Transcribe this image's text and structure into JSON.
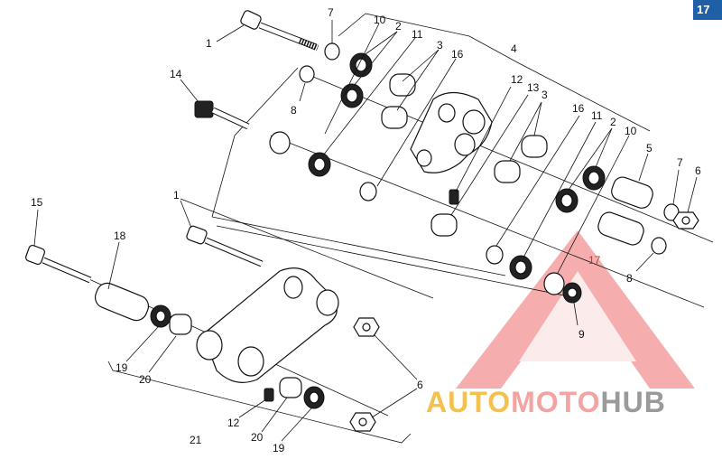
{
  "page_badge": "17",
  "brand": {
    "part1": "AUTO",
    "part2": "MOTO",
    "part3": "HUB",
    "color1": "#f2c14e",
    "color2": "#f4a3a3",
    "color3": "#9a9a9a"
  },
  "watermark_color": "#f28b8b",
  "callouts": [
    "1",
    "7",
    "10",
    "2",
    "11",
    "3",
    "16",
    "4",
    "14",
    "8",
    "12",
    "13",
    "3",
    "16",
    "11",
    "2",
    "10",
    "5",
    "7",
    "6",
    "15",
    "18",
    "1",
    "17",
    "8",
    "9",
    "19",
    "20",
    "6",
    "12",
    "20",
    "19",
    "21"
  ]
}
